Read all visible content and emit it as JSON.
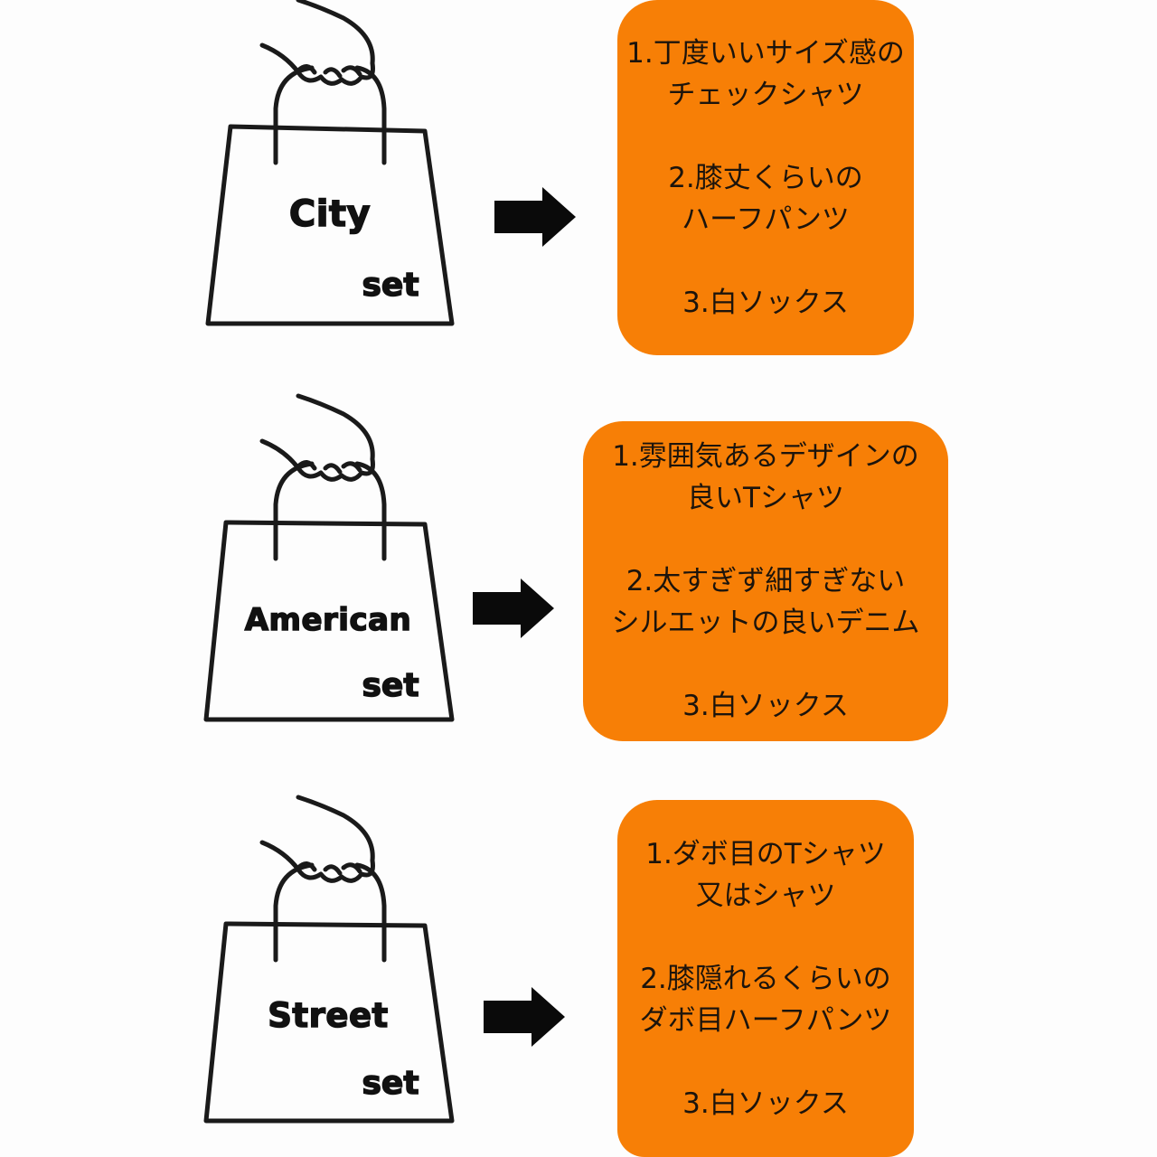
{
  "colors": {
    "accent": "#f77f06",
    "ink": "#111111"
  },
  "sets": [
    {
      "name": "City",
      "suffix": "set",
      "items": [
        "1.丁度いいサイズ感の\nチェックシャツ",
        "2.膝丈くらいの\nハーフパンツ",
        "3.白ソックス"
      ]
    },
    {
      "name": "American",
      "suffix": "set",
      "items": [
        "1.雰囲気あるデザインの\n良いTシャツ",
        "2.太すぎず細すぎない\nシルエットの良いデニム",
        "3.白ソックス"
      ]
    },
    {
      "name": "Street",
      "suffix": "set",
      "items": [
        "1.ダボ目のTシャツ\n又はシャツ",
        "2.膝隠れるくらいの\nダボ目ハーフパンツ",
        "3.白ソックス"
      ]
    }
  ]
}
